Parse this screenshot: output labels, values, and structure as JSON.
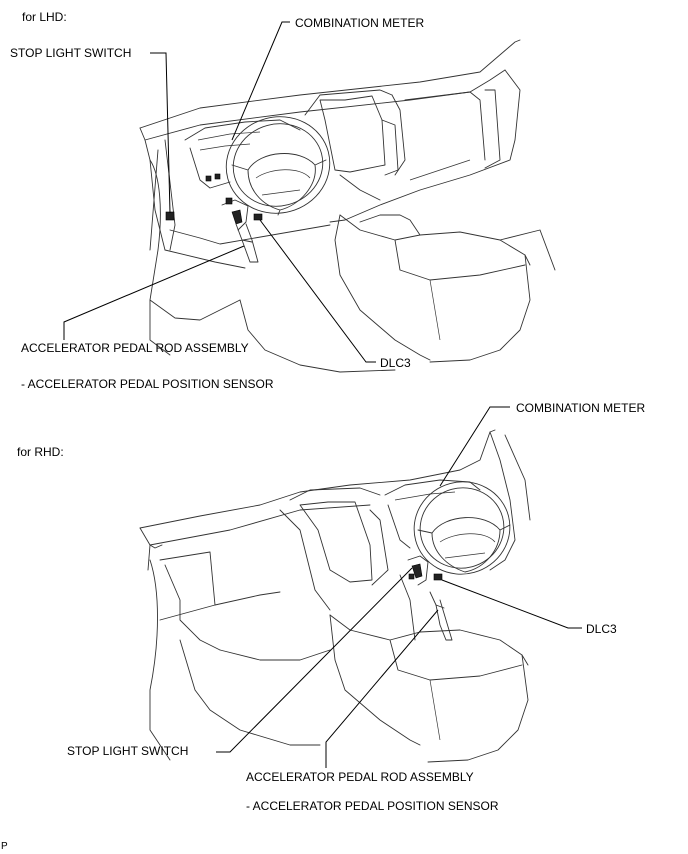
{
  "lhd": {
    "heading": "for LHD:",
    "combination_meter": "COMBINATION METER",
    "stop_light_switch": "STOP LIGHT SWITCH",
    "accelerator_pedal_rod_assembly": "ACCELERATOR PEDAL ROD ASSEMBLY",
    "accelerator_pedal_position_sensor": "- ACCELERATOR PEDAL POSITION SENSOR",
    "dlc3": "DLC3"
  },
  "rhd": {
    "heading": "for RHD:",
    "combination_meter": "COMBINATION METER",
    "dlc3": "DLC3",
    "stop_light_switch": "STOP LIGHT SWITCH",
    "accelerator_pedal_rod_assembly": "ACCELERATOR PEDAL ROD ASSEMBLY",
    "accelerator_pedal_position_sensor": "- ACCELERATOR PEDAL POSITION SENSOR"
  },
  "footer": {
    "code": "P"
  }
}
